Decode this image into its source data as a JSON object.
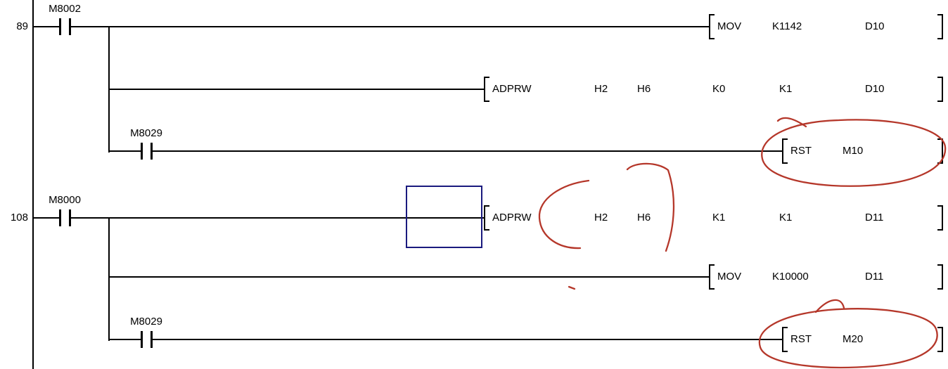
{
  "colors": {
    "background": "#ffffff",
    "wire": "#000000",
    "text": "#000000"
  },
  "ladder": {
    "rungs": [
      {
        "number": "89",
        "rows": [
          {
            "contact": "M8002",
            "opcode": "MOV",
            "operands": [
              "K1142",
              "D10"
            ]
          },
          {
            "opcode": "ADPRW",
            "operands": [
              "H2",
              "H6",
              "K0",
              "K1",
              "D10"
            ]
          },
          {
            "contact": "M8029",
            "opcode": "RST",
            "operands": [
              "M10"
            ]
          }
        ]
      },
      {
        "number": "108",
        "rows": [
          {
            "contact": "M8000",
            "opcode": "ADPRW",
            "operands": [
              "H2",
              "H6",
              "K1",
              "K1",
              "D11"
            ]
          },
          {
            "opcode": "MOV",
            "operands": [
              "K10000",
              "D11"
            ]
          },
          {
            "contact": "M8029",
            "opcode": "RST",
            "operands": [
              "M20"
            ]
          }
        ]
      }
    ]
  },
  "annotations": {
    "pen_color": "#b5372a",
    "box_color": "#1a1a7e",
    "marks": [
      "red-circle-around-rst-m10",
      "red-circle-around-rst-m20",
      "red-curve-left",
      "red-curve-right",
      "red-dash",
      "blue-highlight-box"
    ]
  }
}
